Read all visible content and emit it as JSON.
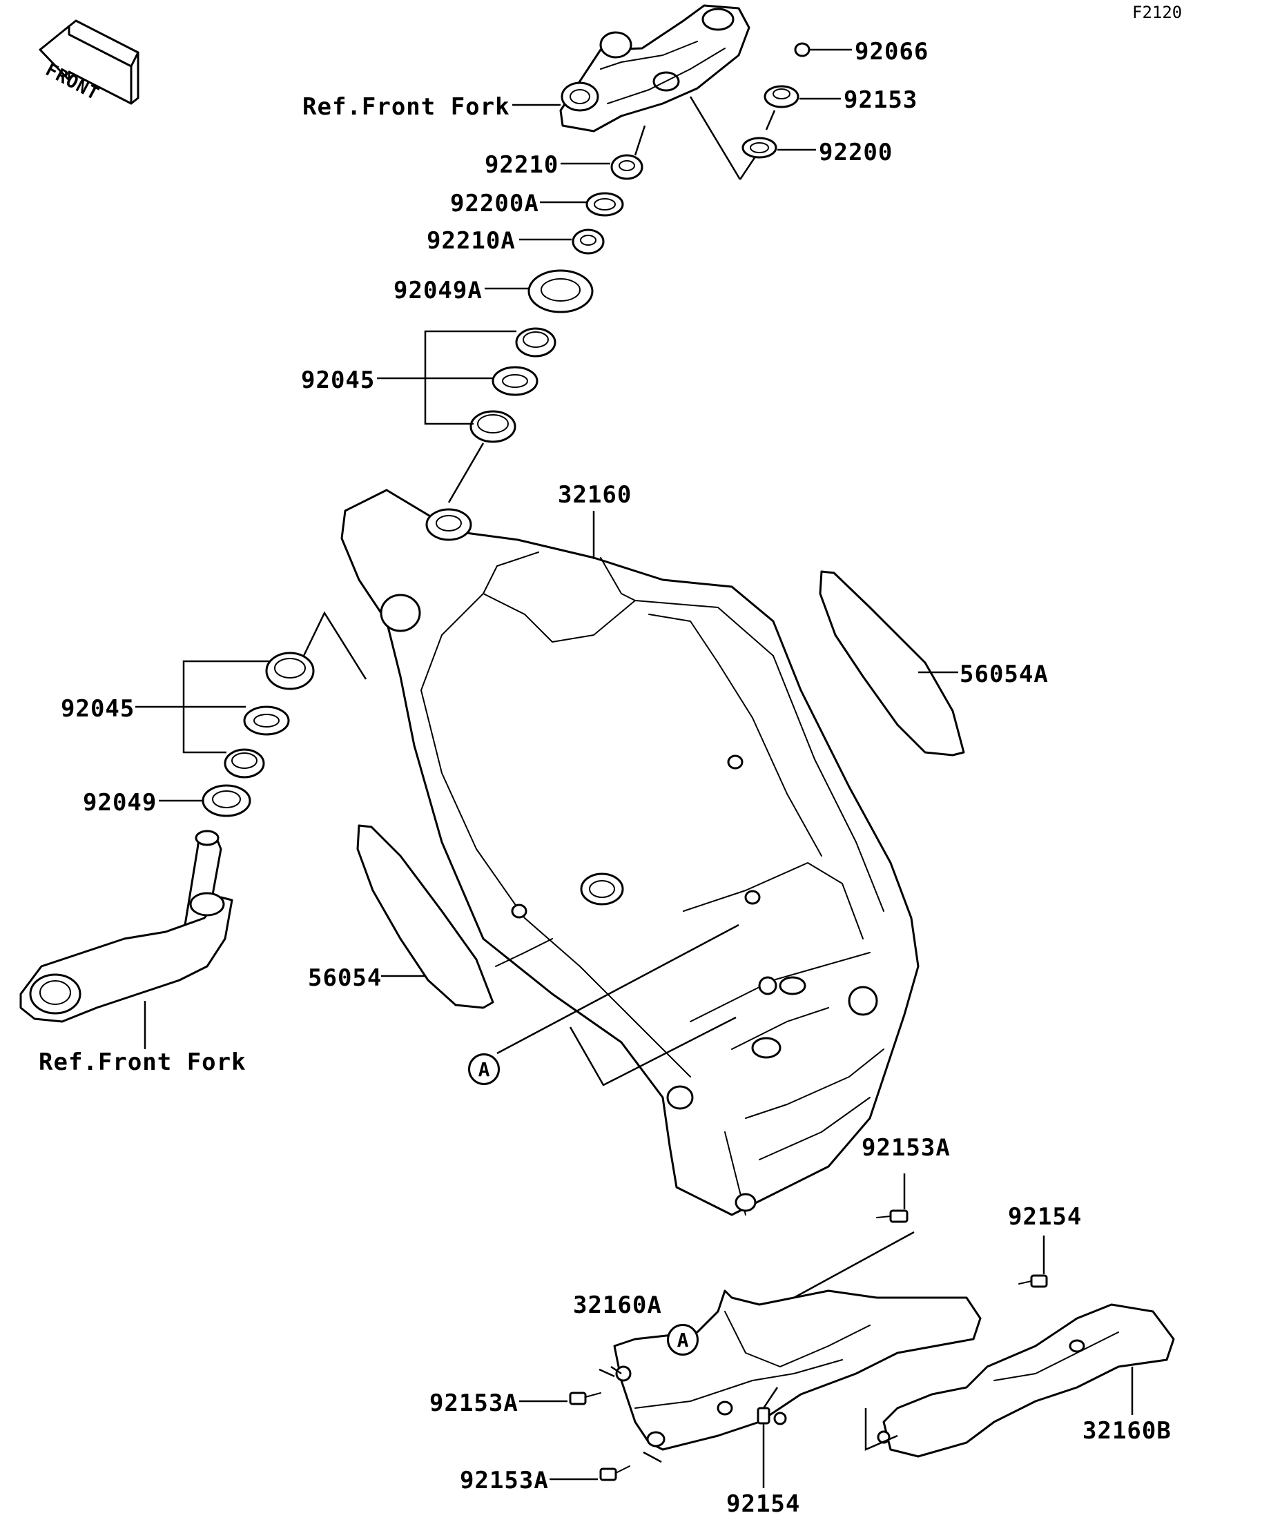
{
  "figure_code": "F2120",
  "front_marker": "FRONT",
  "callout_marker": "A",
  "labels": {
    "ref_front_fork_top": "Ref.Front Fork",
    "ref_front_fork_bottom": "Ref.Front Fork",
    "p92066": "92066",
    "p92153": "92153",
    "p92200": "92200",
    "p92210": "92210",
    "p92200A": "92200A",
    "p92210A": "92210A",
    "p92049A": "92049A",
    "p92045_upper": "92045",
    "p92045_lower": "92045",
    "p92049": "92049",
    "p32160": "32160",
    "p56054A": "56054A",
    "p56054": "56054",
    "p92153A_top": "92153A",
    "p92154_top": "92154",
    "p32160A": "32160A",
    "p92153A_mid": "92153A",
    "p92153A_bottom": "92153A",
    "p92154_bottom": "92154",
    "p32160B": "32160B"
  }
}
